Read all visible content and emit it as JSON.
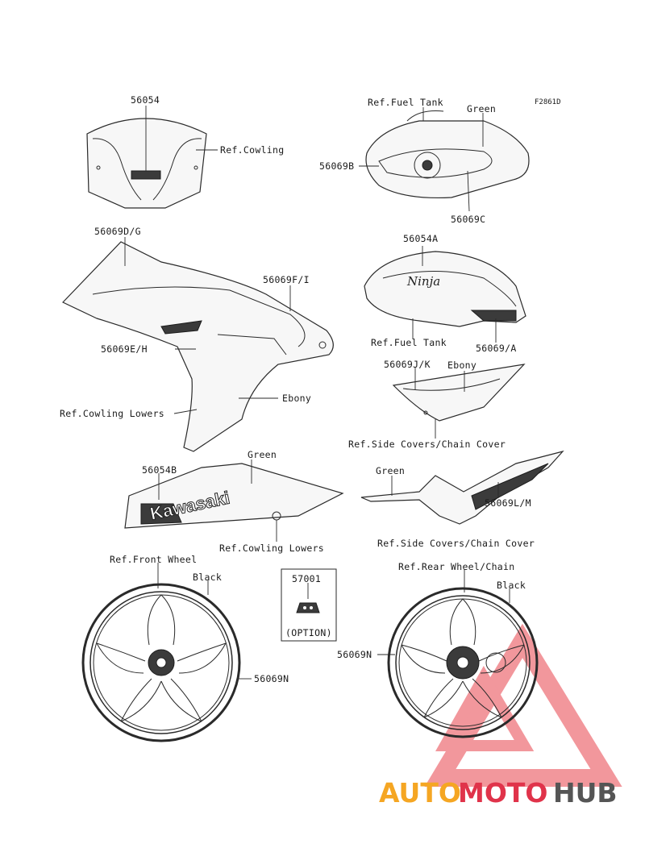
{
  "figure_code": "F2861D",
  "labels": {
    "p56054": "56054",
    "ref_cowling": "Ref.Cowling",
    "ref_fuel_tank_top": "Ref.Fuel Tank",
    "green_tank": "Green",
    "p56069B": "56069B",
    "p56069C": "56069C",
    "p56069DG": "56069D/G",
    "p56069FI": "56069F/I",
    "p56069EH": "56069E/H",
    "ebony_cowl": "Ebony",
    "ref_cowling_lowers_left": "Ref.Cowling Lowers",
    "p56054A": "56054A",
    "ref_fuel_tank_mid": "Ref.Fuel Tank",
    "p56069A": "56069/A",
    "p56069JK": "56069J/K",
    "ebony_side": "Ebony",
    "ref_side_covers_1": "Ref.Side Covers/Chain Cover",
    "p56054B": "56054B",
    "green_lower": "Green",
    "ref_cowling_lowers_bottom": "Ref.Cowling Lowers",
    "green_chain": "Green",
    "p56069LM": "56069L/M",
    "ref_side_covers_2": "Ref.Side Covers/Chain Cover",
    "ref_front_wheel": "Ref.Front Wheel",
    "black_front": "Black",
    "p56069N_front": "56069N",
    "p57001": "57001",
    "option": "(OPTION)",
    "ref_rear_wheel": "Ref.Rear Wheel/Chain",
    "black_rear": "Black",
    "p56069N_rear": "56069N"
  },
  "decal_text": {
    "kawasaki": "Kawasaki",
    "ninja": "Ninja"
  },
  "watermark": {
    "part1": "AUTO",
    "part2": "MOTO",
    "part3": "HUB",
    "colors": [
      "#f5a623",
      "#e0334a",
      "#555555"
    ]
  }
}
